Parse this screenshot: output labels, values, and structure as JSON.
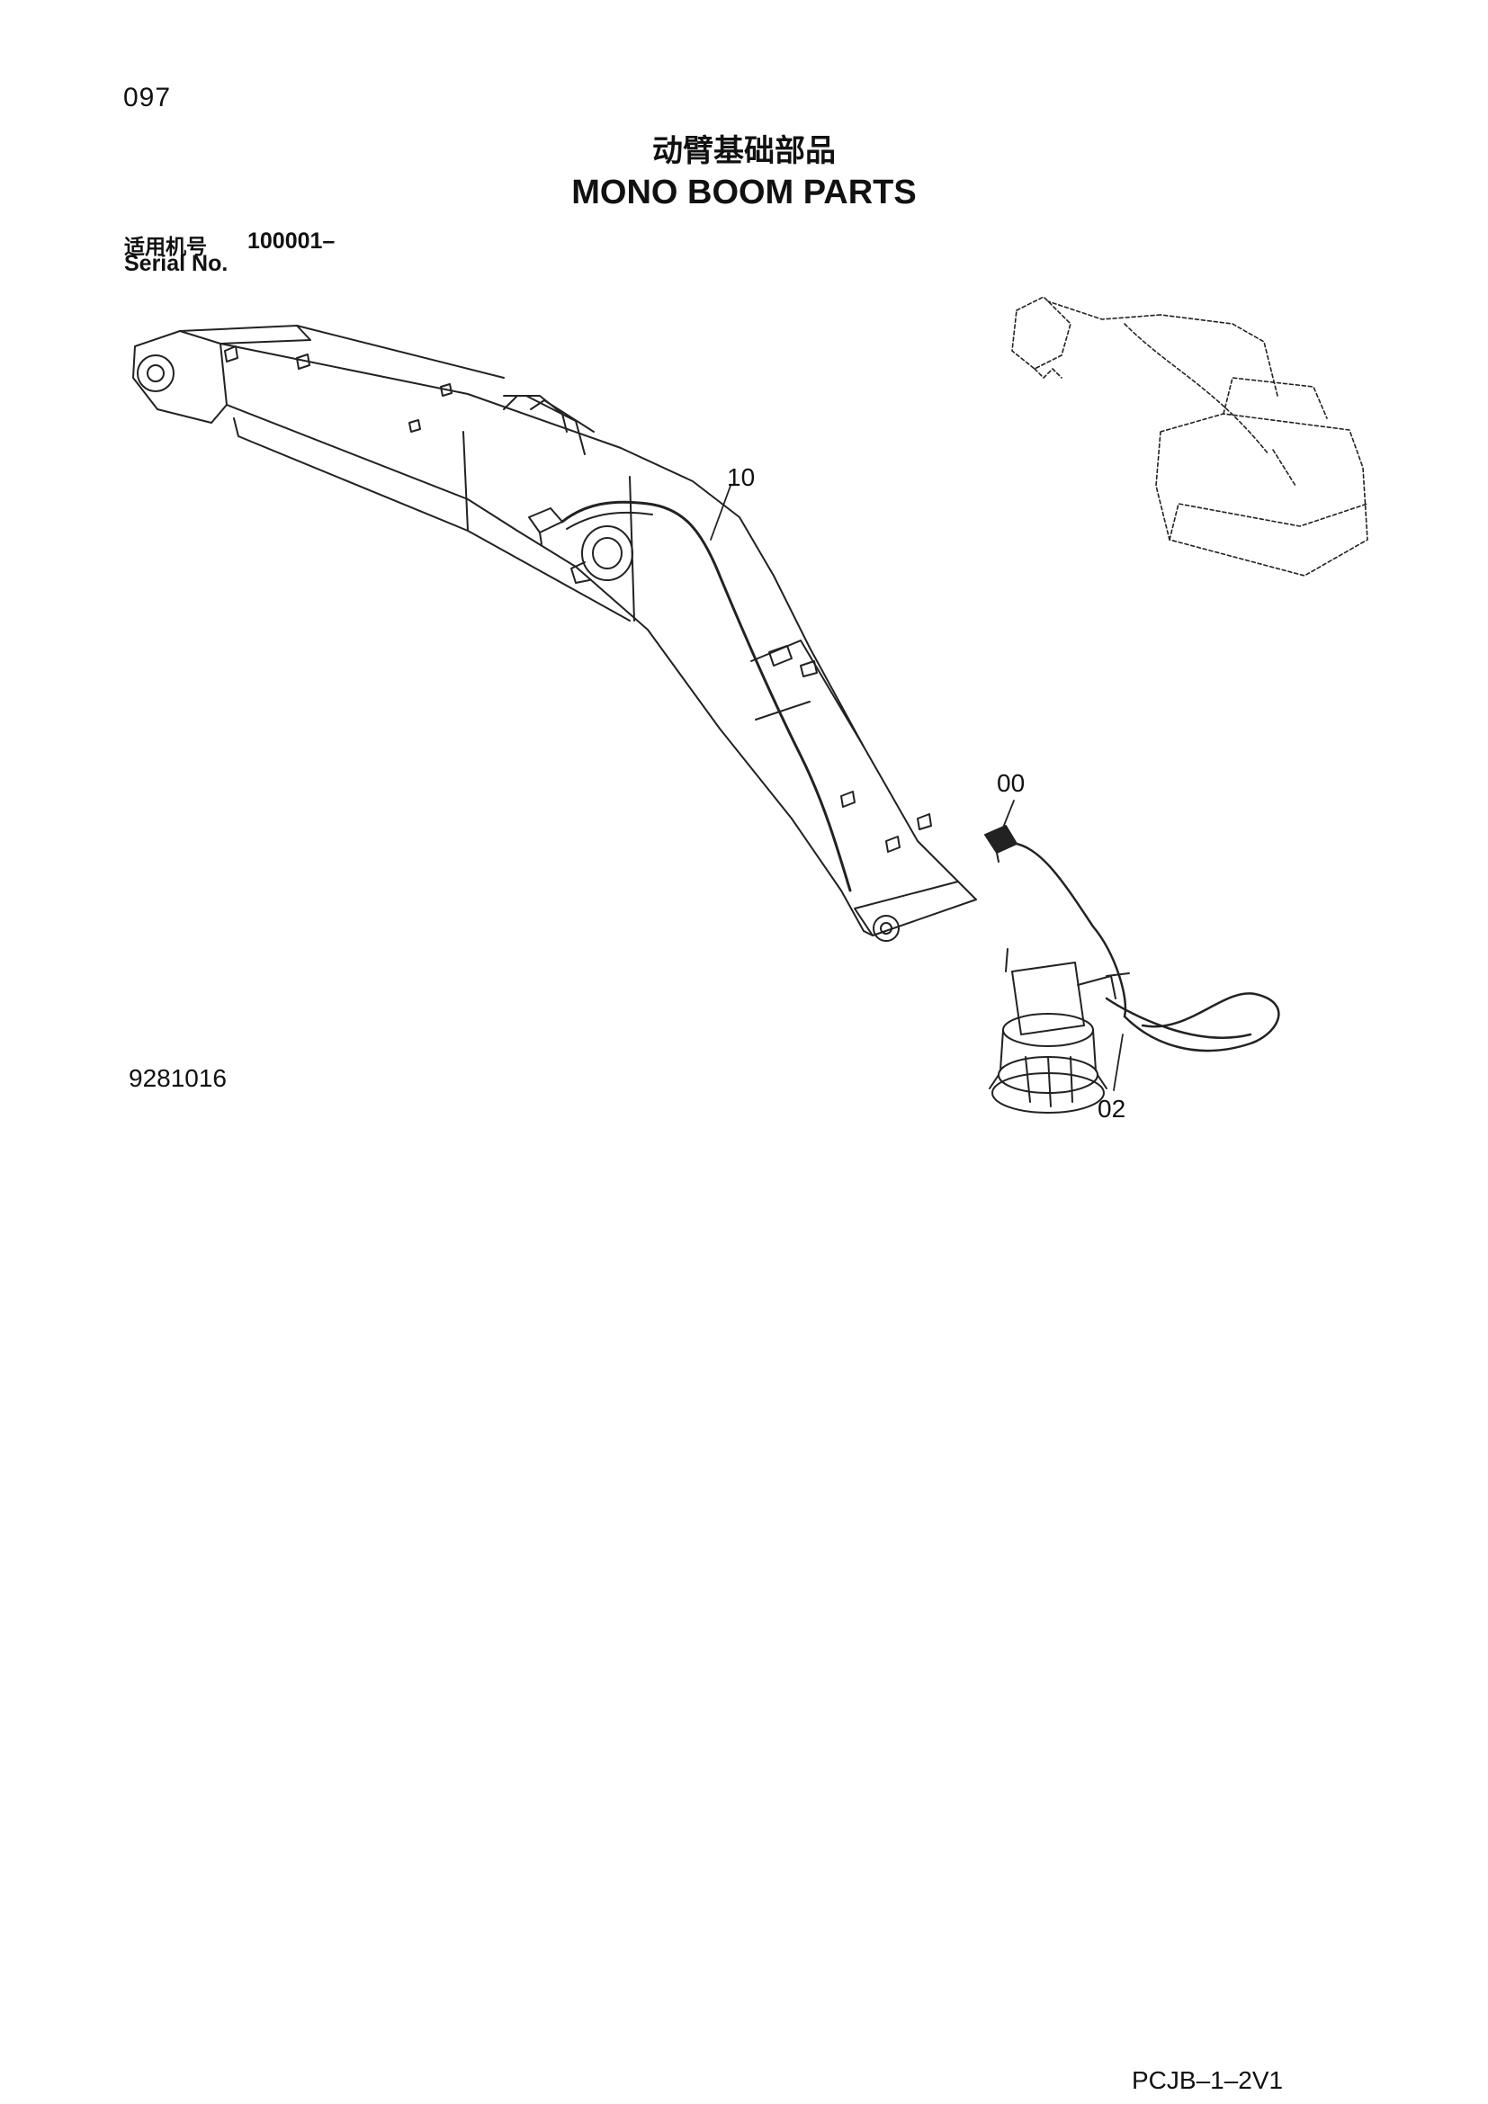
{
  "header": {
    "page_number": "097",
    "title_cn": "动臂基础部品",
    "title_en": "MONO BOOM PARTS",
    "serial_label_cn": "适用机号",
    "serial_value": "100001–",
    "serial_label_en": "Serial No."
  },
  "diagram": {
    "callouts": [
      "10",
      "00",
      "02"
    ],
    "icons": [
      "boom-assembly-icon",
      "pilot-valve-icon",
      "hydraulic-hose-icon",
      "swing-motor-icon",
      "excavator-overview-icon"
    ]
  },
  "footer": {
    "drawing_number": "9281016",
    "page_code": "PCJB–1–2V1"
  }
}
